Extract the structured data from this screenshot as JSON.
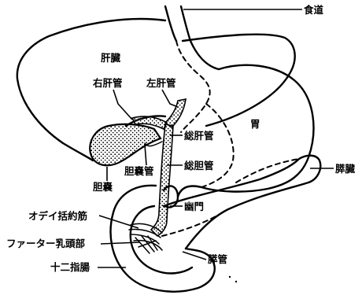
{
  "labels": {
    "esophagus": "食道",
    "liver": "肝臓",
    "right_hepatic_duct": "右肝管",
    "left_hepatic_duct": "左肝管",
    "stomach": "胃",
    "common_hepatic_duct": "総肝管",
    "common_bile_duct": "総胆管",
    "cystic_duct": "胆嚢管",
    "gallbladder": "胆嚢",
    "pancreas": "膵臓",
    "pylorus": "幽門",
    "sphincter_of_oddi": "オデイ括約筋",
    "ampulla_of_vater": "ファーター乳頭部",
    "pancreatic_duct": "膵管",
    "duodenum": "十二指腸"
  }
}
